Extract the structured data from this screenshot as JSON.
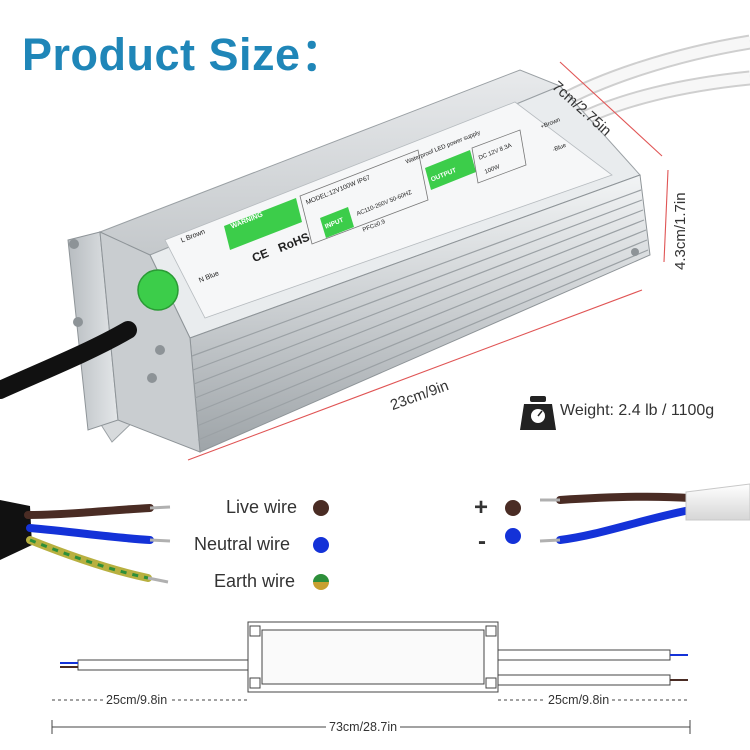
{
  "title": "Product Size：",
  "dimensions": {
    "width": "7cm/2.75in",
    "height": "4.3cm/1.7in",
    "length": "23cm/9in"
  },
  "weight": {
    "icon": "scale-icon",
    "label": "Weight: 2.4 lb / 1100g"
  },
  "label_panel": {
    "left": [
      "L Brown",
      "N Blue"
    ],
    "warning_badge": "WARNING",
    "certifications": [
      "CE",
      "RoHS"
    ],
    "model": "MODEL:12V100W IP67",
    "input_tag": "INPUT",
    "input_spec_1": "AC110-260V 50-60HZ",
    "input_spec_2": "PFC≥0.9",
    "product_name": "Waterproof LED power supply",
    "output_tag": "OUTPUT",
    "output_spec_1": "DC 12V 8.3A",
    "output_spec_2": "100W",
    "right_col": [
      "+Brown",
      "-Blue"
    ]
  },
  "ac_wires": [
    {
      "label": "Live wire",
      "color": "#4a2c24"
    },
    {
      "label": "Neutral wire",
      "color": "#1432d8"
    },
    {
      "label": "Earth wire",
      "color": "#b8b040"
    }
  ],
  "dc_wires": [
    {
      "sign": "+",
      "color": "#4a2c24"
    },
    {
      "sign": "-",
      "color": "#1432d8"
    }
  ],
  "bottom_dims": {
    "input_lead": "25cm/9.8in",
    "output_lead": "25cm/9.8in",
    "total": "73cm/28.7in"
  },
  "colors": {
    "title": "#1f86b8",
    "dimension_line": "#e05555",
    "label_green": "#3ccd4a"
  }
}
